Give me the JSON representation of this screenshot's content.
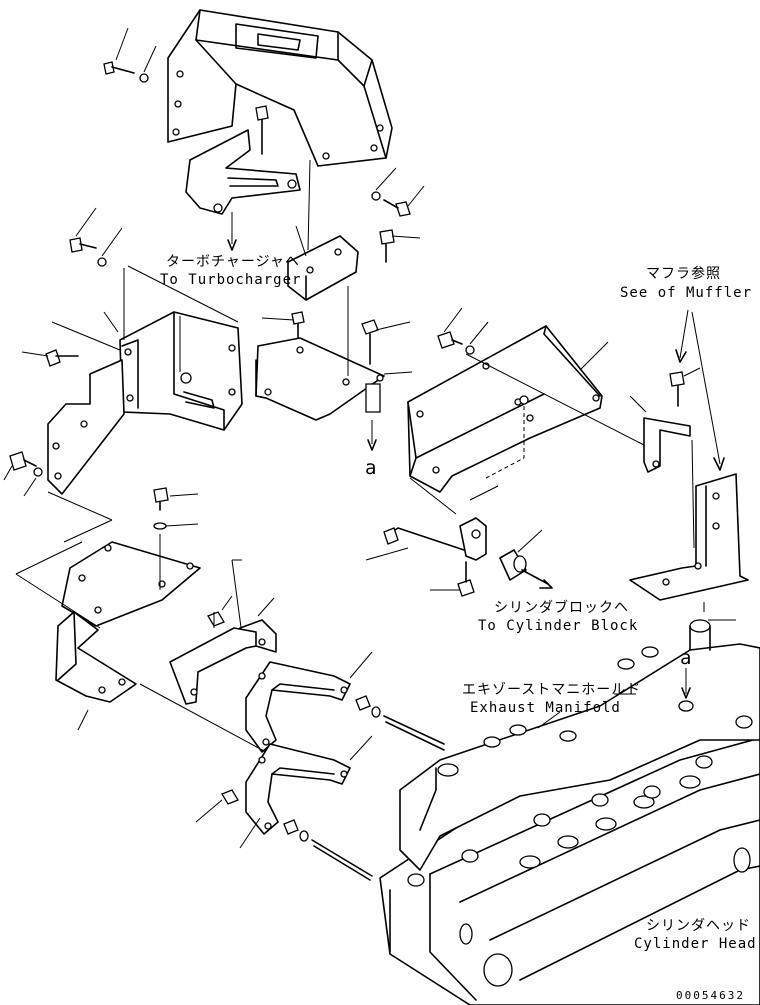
{
  "labels": {
    "turbo_jp": "ターボチャージャヘ",
    "turbo_en": "To Turbocharger",
    "muffler_jp": "マフラ参照",
    "muffler_en": "See of Muffler",
    "block_jp": "シリンダブロックヘ",
    "block_en": "To Cylinder Block",
    "manifold_jp": "エキゾーストマニホールド",
    "manifold_en": "Exhaust Manifold",
    "head_jp": "シリンダヘッド",
    "head_en": "Cylinder Head",
    "ref_a1": "a",
    "ref_a2": "a"
  },
  "part_number": "00054632"
}
